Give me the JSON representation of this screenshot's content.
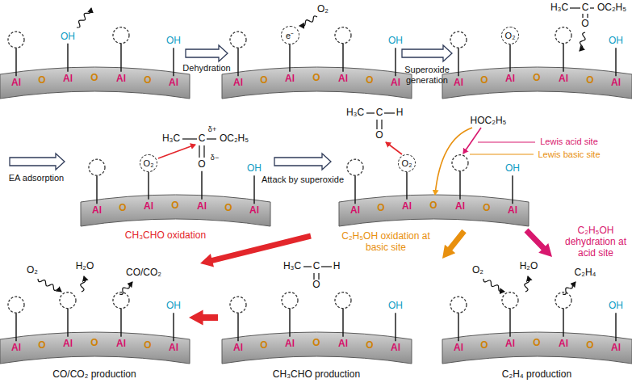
{
  "diagram": {
    "nodes": [
      {
        "text": [
          "e⁻"
        ]
      },
      {
        "text": [
          "O₂"
        ]
      },
      {
        "text": [
          "O₂"
        ]
      },
      {
        "text": [
          "O₂"
        ]
      }
    ],
    "labels": [
      "Al",
      "O",
      "Al",
      "O",
      "Al",
      "O",
      "Al",
      "Al",
      "O",
      "Al",
      "O",
      "Al",
      "O",
      "Al",
      "Al",
      "O",
      "Al",
      "O",
      "Al",
      "O",
      "Al",
      "Al",
      "O",
      "Al",
      "O",
      "Al",
      "O",
      "Al",
      "Al",
      "O",
      "Al",
      "O",
      "Al",
      "O",
      "Al",
      "Al",
      "O",
      "Al",
      "O",
      "Al",
      "O",
      "Al",
      "Al",
      "O",
      "Al",
      "O",
      "Al",
      "O",
      "Al",
      "Al",
      "O",
      "Al",
      "O",
      "Al",
      "O",
      "Al",
      "OH",
      "OH",
      "OH",
      "OH",
      "OH",
      "OH",
      "OH",
      "OH",
      "OH",
      "Dehydration",
      "Superoxide generation",
      "O₂",
      "H₃C",
      "C",
      "OC₂H₅",
      "O",
      "EA adsorption",
      "H₃C",
      "C",
      "OC₂H₅",
      "O",
      "δ+",
      "δ−",
      "Attack by superoxide",
      "H₃C",
      "C",
      "H",
      "O",
      "HOC₂H₅",
      "Lewis acid site",
      "Lewis basic site",
      "CH₃CHO oxidation",
      "C₂H₅OH oxidation at basic site",
      "C₂H₅OH dehydration at acid site",
      "O₂",
      "H₂O",
      "CO/CO₂",
      "H₃C",
      "C",
      "H",
      "O",
      "O₂",
      "H₂O",
      "C₂H₄",
      "CO/CO₂ production",
      "CH₃CHO production",
      "C₂H₄ production"
    ]
  }
}
